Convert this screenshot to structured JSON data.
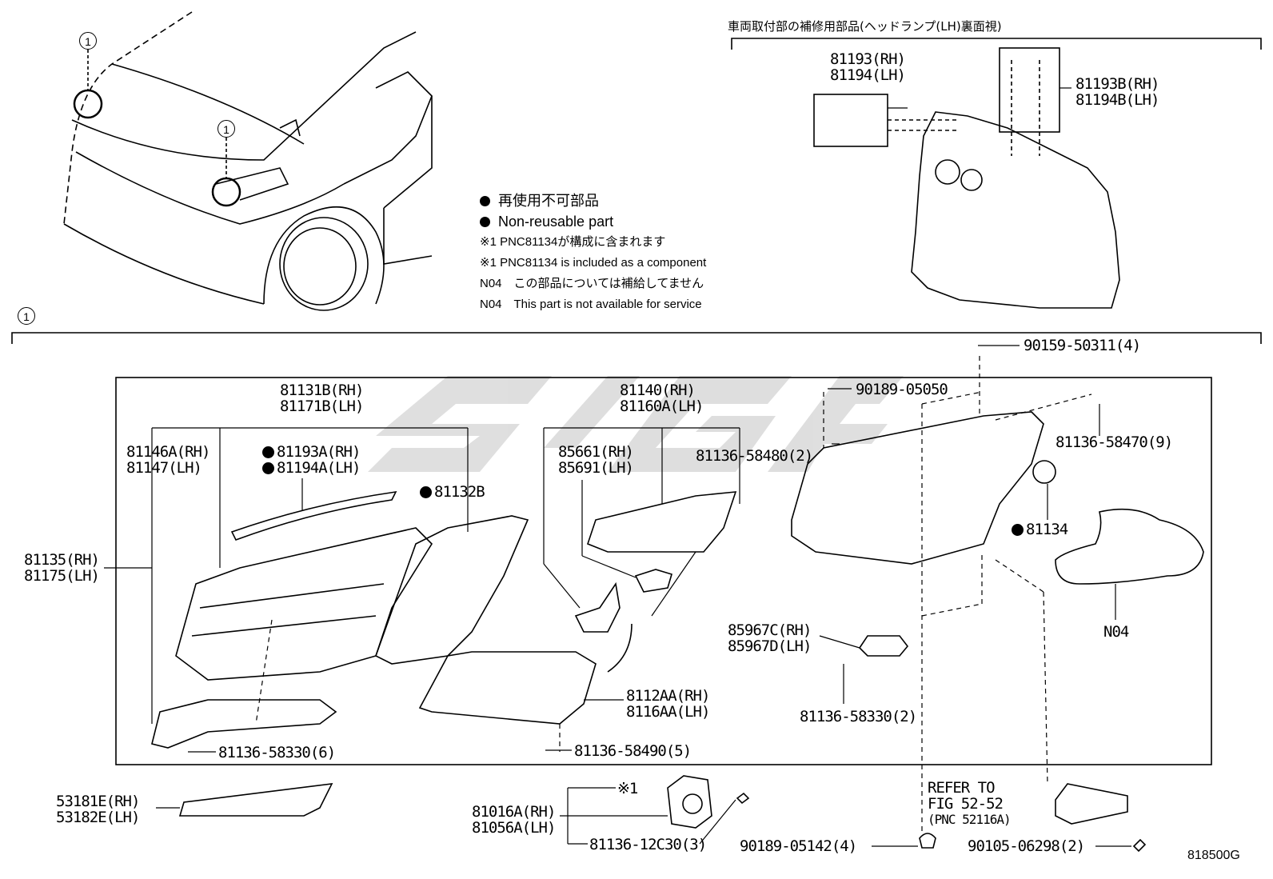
{
  "header_note": "車両取付部の補修用部品(ヘッドランプ(LH)裏面視)",
  "callout_symbol": "1",
  "figure_id": "818500G",
  "legend": {
    "line1": "再使用不可部品",
    "line2": "Non-reusable part",
    "line3": "※1 PNC81134が構成に含まれます",
    "line4": "※1 PNC81134 is included as a component",
    "line5": "N04　この部品については補給してません",
    "line6": "N04　This part is not available for service"
  },
  "parts": {
    "p81193": [
      "81193(RH)",
      "81194(LH)"
    ],
    "p81193B": [
      "81193B(RH)",
      "81194B(LH)"
    ],
    "p90159": "90159-50311(4)",
    "p90189_05050": "90189-05050",
    "p81136_58470": "81136-58470(9)",
    "p81136_58480": "81136-58480(2)",
    "p81131B": [
      "81131B(RH)",
      "81171B(LH)"
    ],
    "p81140": [
      "81140(RH)",
      "81160A(LH)"
    ],
    "p81146A": [
      "81146A(RH)",
      "81147(LH)"
    ],
    "p81193A": [
      "81193A(RH)",
      "81194A(LH)"
    ],
    "p81132B": "81132B",
    "p85661": [
      "85661(RH)",
      "85691(LH)"
    ],
    "p81134": "81134",
    "p81135": [
      "81135(RH)",
      "81175(LH)"
    ],
    "pN04": "N04",
    "p85967": [
      "85967C(RH)",
      "85967D(LH)"
    ],
    "p81136_58330_2": "81136-58330(2)",
    "p8112AA": [
      "8112AA(RH)",
      "8116AA(LH)"
    ],
    "p81136_58330_6": "81136-58330(6)",
    "p81136_58490": "81136-58490(5)",
    "p53181E": [
      "53181E(RH)",
      "53182E(LH)"
    ],
    "pNote1": "※1",
    "p81016A": [
      "81016A(RH)",
      "81056A(LH)"
    ],
    "p81136_12C30": "81136-12C30(3)",
    "p90189_05142": "90189-05142(4)",
    "p90105": "90105-06298(2)",
    "refer": [
      "REFER TO",
      "FIG 52-52",
      "(PNC 52116A)"
    ]
  }
}
